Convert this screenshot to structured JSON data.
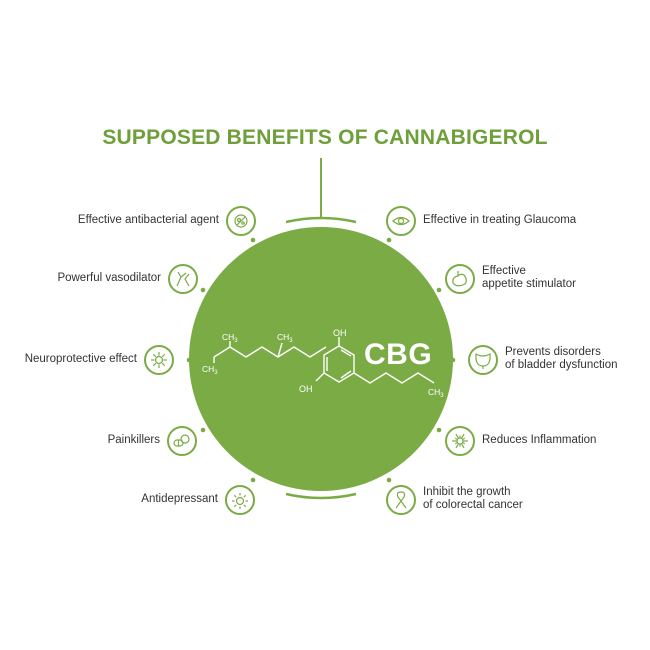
{
  "title": "SUPPOSED BENEFITS OF CANNABIGEROL",
  "center": {
    "label": "CBG",
    "molecule_labels": {
      "ch3_a": "CH",
      "ch3_a_sub": "3",
      "ch3_b": "CH",
      "ch3_b_sub": "3",
      "ch3_c": "CH",
      "ch3_c_sub": "3",
      "ch3_d": "CH",
      "ch3_d_sub": "3",
      "oh_top": "OH",
      "oh_bottom": "OH"
    }
  },
  "benefits_left": [
    {
      "text": [
        "Effective antibacterial agent"
      ],
      "icon": "bacteria-icon"
    },
    {
      "text": [
        "Powerful vasodilator"
      ],
      "icon": "blood-vessel-icon"
    },
    {
      "text": [
        "Neuroprotective effect"
      ],
      "icon": "neuron-icon"
    },
    {
      "text": [
        "Painkillers"
      ],
      "icon": "pills-icon"
    },
    {
      "text": [
        "Antidepressant"
      ],
      "icon": "sun-icon"
    }
  ],
  "benefits_right": [
    {
      "text": [
        "Effective in treating Glaucoma"
      ],
      "icon": "eye-icon"
    },
    {
      "text": [
        "Effective",
        "appetite stimulator"
      ],
      "icon": "stomach-icon"
    },
    {
      "text": [
        "Prevents disorders",
        "of bladder dysfunction"
      ],
      "icon": "bladder-icon"
    },
    {
      "text": [
        "Reduces Inflammation"
      ],
      "icon": "inflammation-icon"
    },
    {
      "text": [
        "Inhibit the growth",
        "of colorectal cancer"
      ],
      "icon": "cancer-ribbon-icon"
    }
  ],
  "colors": {
    "brand_green": "#7aab45",
    "circle_fill": "#7aab45",
    "title_green": "#6f9f3a",
    "text": "#333333"
  }
}
